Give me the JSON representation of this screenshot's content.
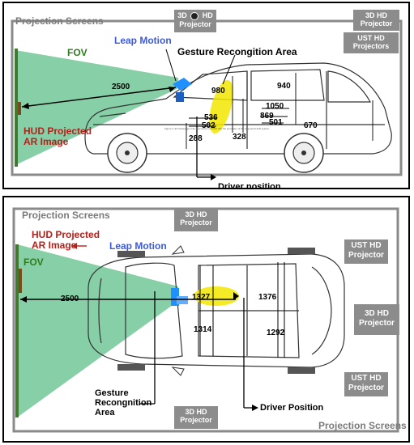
{
  "top": {
    "projection_screens": "Projection Screens",
    "leap_motion": "Leap Motion",
    "gesture_area": "Gesture Recongition Area",
    "fov": "FOV",
    "hud_line1": "HUD Projected",
    "hud_line2": "AR Image",
    "driver_position": "Driver position",
    "proj_3d_left": "3D",
    "proj_3d_right": "HD",
    "proj_3d_line2": "Projector",
    "proj_3dhd_line1": "3D HD",
    "proj_3dhd_line2": "Projector",
    "proj_ust_line1": "UST HD",
    "proj_ust_line2": "Projectors",
    "dims": {
      "d2500": "2500",
      "d980": "980",
      "d940": "940",
      "d1050": "1050",
      "d869": "869",
      "d536": "536",
      "d501": "501",
      "d502": "502",
      "d670": "670",
      "d328": "328",
      "d288": "288"
    },
    "caption": "Figure 2. EV Passenger Car dimensions overlaid with the emulation of the proposed HUD system"
  },
  "bottom": {
    "projection_screens_top": "Projection Screens",
    "projection_screens_bottom": "Projection Screens",
    "hud_line1": "HUD Projected",
    "hud_line2": "AR Image",
    "fov": "FOV",
    "leap_motion": "Leap Motion",
    "gesture_line1": "Gesture",
    "gesture_line2": "Recongnition",
    "gesture_line3": "Area",
    "driver_position": "Driver Position",
    "proj_line1": "3D HD",
    "proj_line2": "Projector",
    "proj_ust_line1": "UST HD",
    "proj_ust_line2": "Projector",
    "dims": {
      "d2500": "2500",
      "d1327": "1327",
      "d1376": "1376",
      "d1314": "1314",
      "d1292": "1292"
    }
  },
  "colors": {
    "fov_green": "#5fbf8a",
    "leap_blue": "#1e90ff",
    "gesture_yellow": "#f2e600",
    "label_green": "#2e7d1f",
    "label_blue": "#3d5bd6",
    "label_red": "#b5201a",
    "projector_gray": "#8c8c8c",
    "screen_green": "#3f7a2e"
  }
}
